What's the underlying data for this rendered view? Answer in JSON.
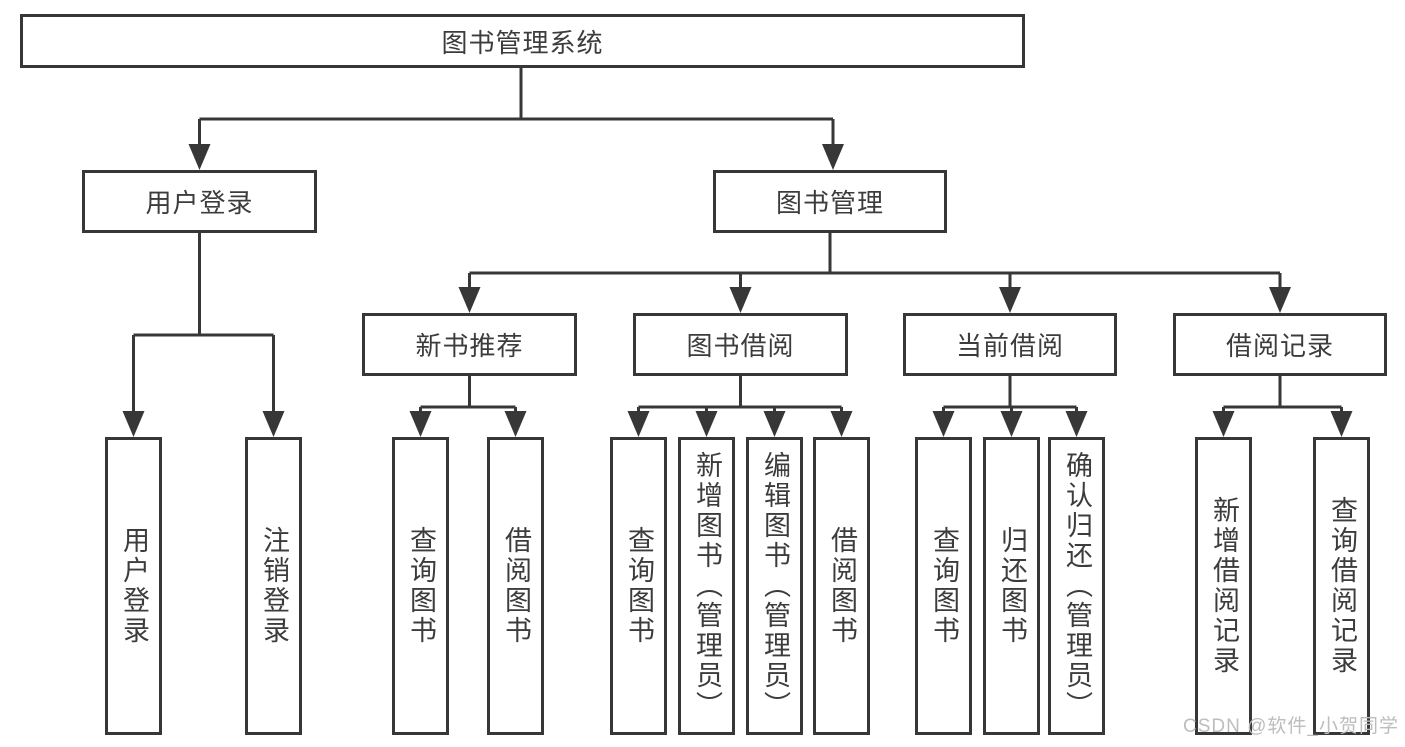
{
  "diagram": {
    "title": "图书管理系统",
    "colors": {
      "line": "#373737",
      "text": "#3c3c3c",
      "background": "#ffffff",
      "watermark": "#bdbdbd"
    },
    "level2": [
      {
        "label": "用户登录"
      },
      {
        "label": "图书管理"
      }
    ],
    "level3": [
      {
        "label": "新书推荐",
        "parent": "图书管理"
      },
      {
        "label": "图书借阅",
        "parent": "图书管理"
      },
      {
        "label": "当前借阅",
        "parent": "图书管理"
      },
      {
        "label": "借阅记录",
        "parent": "图书管理"
      }
    ],
    "leaves": [
      {
        "label": "用户登录",
        "parent": "用户登录"
      },
      {
        "label": "注销登录",
        "parent": "用户登录"
      },
      {
        "label": "查询图书",
        "parent": "新书推荐"
      },
      {
        "label": "借阅图书",
        "parent": "新书推荐"
      },
      {
        "label": "查询图书",
        "parent": "图书借阅"
      },
      {
        "label": "新增图书（管理员）",
        "parent": "图书借阅"
      },
      {
        "label": "编辑图书（管理员）",
        "parent": "图书借阅"
      },
      {
        "label": "借阅图书",
        "parent": "图书借阅"
      },
      {
        "label": "查询图书",
        "parent": "当前借阅"
      },
      {
        "label": "归还图书",
        "parent": "当前借阅"
      },
      {
        "label": "确认归还（管理员）",
        "parent": "当前借阅"
      },
      {
        "label": "新增借阅记录",
        "parent": "借阅记录"
      },
      {
        "label": "查询借阅记录",
        "parent": "借阅记录"
      }
    ],
    "watermark": "CSDN @软件_小贺同学"
  }
}
